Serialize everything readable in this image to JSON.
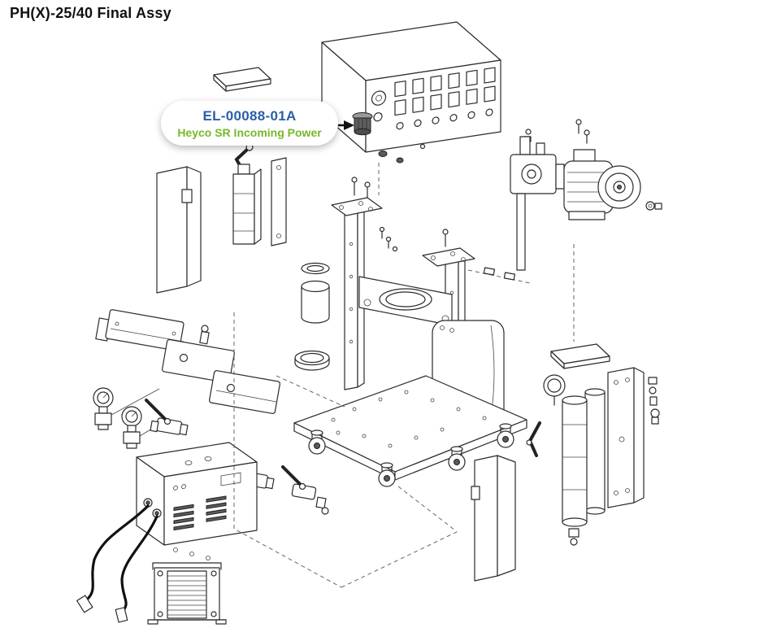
{
  "page": {
    "title": "PH(X)-25/40 Final Assy",
    "background_color": "#ffffff"
  },
  "callout": {
    "part_number": "EL-00088-01A",
    "part_number_color": "#2b5ea7",
    "part_name": "Heyco SR Incoming Power",
    "part_name_color": "#76b82a",
    "bubble_color": "#ffffff",
    "arrow_icon": "right-arrow"
  },
  "diagram": {
    "type": "exploded-assembly-line-drawing",
    "line_color": "#2b2b2b",
    "components": [
      "control-panel",
      "panel-lid-plate",
      "power-entry-grommet",
      "small-grommet-parts",
      "left-channel-bracket",
      "left-filter-column",
      "motor-pump-assembly",
      "motor-fasteners",
      "frame-uprights",
      "frame-top-plates",
      "tank-cross-plate",
      "tank-body",
      "base-plate",
      "casters",
      "canister-parts",
      "manifold-valve-train",
      "pressure-regulators",
      "ball-valves",
      "electrical-enclosure",
      "power-cables",
      "transformer",
      "right-filter-assembly",
      "right-mounting-plate",
      "right-channel-bracket",
      "explosion-leader-lines"
    ]
  }
}
